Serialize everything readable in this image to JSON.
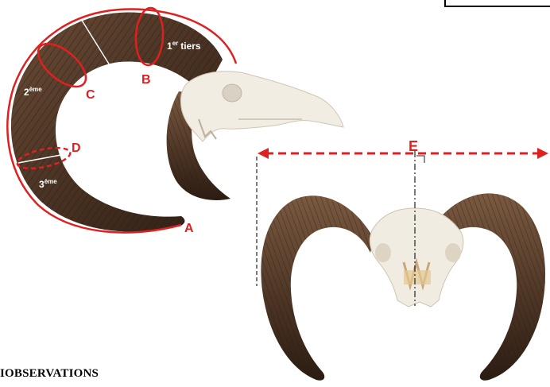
{
  "labels": {
    "a": "A",
    "b": "B",
    "c": "C",
    "d": "D",
    "e": "E",
    "first_third": "1",
    "first_third_sup": "er",
    "first_third_word": "tiers",
    "second_third": "2",
    "second_third_sup": "ème",
    "third_third": "3",
    "third_third_sup": "ème"
  },
  "footer": {
    "text": "IOBSERVATIONS"
  },
  "colors": {
    "annotation_red": "#e02020",
    "horn_dark": "#3f2a1d",
    "horn_mid": "#5e4330",
    "skull": "#f1ece2",
    "guide_line": "#222222"
  }
}
